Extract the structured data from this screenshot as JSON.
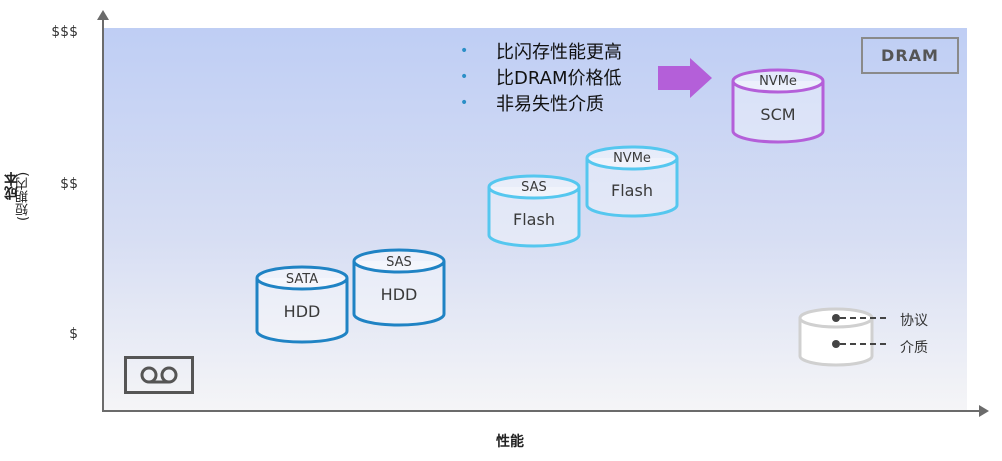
{
  "axes": {
    "y_ticks": [
      "$$$",
      "$$",
      "$"
    ],
    "y_label_main": "成本",
    "y_label_sub": "(短期内)",
    "x_label": "性能"
  },
  "callout": {
    "bullets": [
      "比闪存性能更高",
      "比DRAM价格低",
      "非易失性介质"
    ]
  },
  "dram_label": "DRAM",
  "cylinders": [
    {
      "id": "sata-hdd",
      "protocol": "SATA",
      "media": "HDD",
      "color": "#1f83c4"
    },
    {
      "id": "sas-hdd",
      "protocol": "SAS",
      "media": "HDD",
      "color": "#1f83c4"
    },
    {
      "id": "sas-flash",
      "protocol": "SAS",
      "media": "Flash",
      "color": "#55c7ef"
    },
    {
      "id": "nvme-flash",
      "protocol": "NVMe",
      "media": "Flash",
      "color": "#55c7ef"
    },
    {
      "id": "nvme-scm",
      "protocol": "NVMe",
      "media": "SCM",
      "color": "#b45fd9"
    }
  ],
  "legend": {
    "protocol_label": "协议",
    "media_label": "介质"
  },
  "colors": {
    "arrow": "#b45fd9",
    "axis": "#6b6b6b",
    "legend_cylinder": "#ffffff"
  }
}
